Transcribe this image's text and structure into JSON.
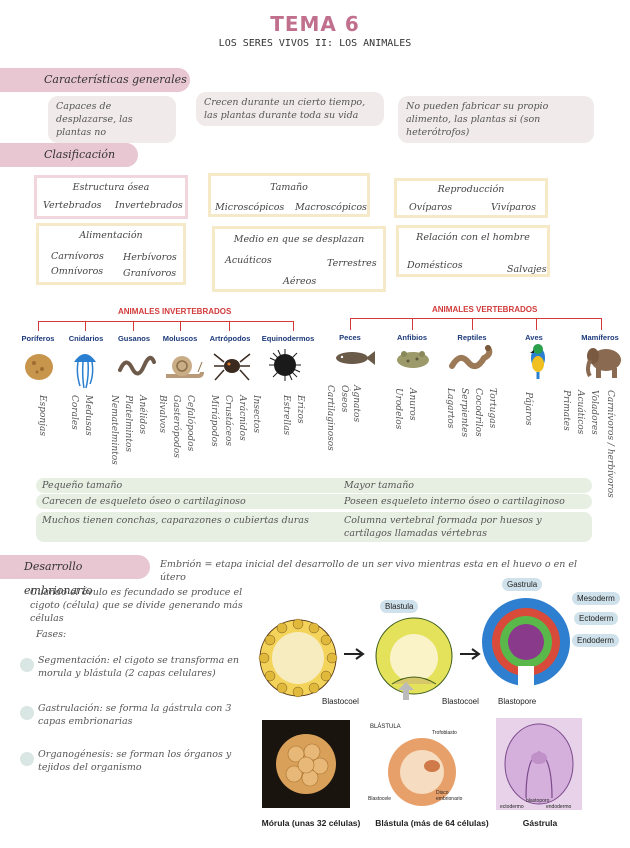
{
  "header": {
    "title": "TEMA 6",
    "subtitle": "LOS SERES VIVOS II: LOS ANIMALES"
  },
  "general": {
    "label": "Características generales",
    "bubbles": [
      "Capaces de desplazarse, las plantas no",
      "Crecen durante un cierto tiempo, las plantas durante toda su vida",
      "No pueden fabricar su propio alimento, las plantas si (son heterótrofos)"
    ]
  },
  "classification": {
    "label": "Clasificación",
    "boxes": {
      "estructura": {
        "head": "Estructura ósea",
        "items": [
          "Vertebrados",
          "Invertebrados"
        ]
      },
      "tamano": {
        "head": "Tamaño",
        "items": [
          "Microscópicos",
          "Macroscópicos"
        ]
      },
      "reproduccion": {
        "head": "Reproducción",
        "items": [
          "Ovíparos",
          "Vivíparos"
        ]
      },
      "alimentacion": {
        "head": "Alimentación",
        "items": [
          "Carnívoros",
          "Herbívoros",
          "Omnívoros",
          "Granívoros"
        ]
      },
      "medio": {
        "head": "Medio en que se desplazan",
        "items": [
          "Acuáticos",
          "Terrestres",
          "Aéreos"
        ]
      },
      "relacion": {
        "head": "Relación con el hombre",
        "items": [
          "Domésticos",
          "Salvajes"
        ]
      }
    }
  },
  "invertebrates": {
    "title": "ANIMALES INVERTEBRADOS",
    "groups": [
      {
        "name": "Poríferos",
        "examples": [
          "Esponjas"
        ]
      },
      {
        "name": "Cnidarios",
        "examples": [
          "Medusas",
          "Corales"
        ]
      },
      {
        "name": "Gusanos",
        "examples": [
          "Anélidos",
          "Platelmintos",
          "Nematelmintos"
        ]
      },
      {
        "name": "Moluscos",
        "examples": [
          "Cefalópodos",
          "Gasterópodos",
          "Bivalvos"
        ]
      },
      {
        "name": "Artrópodos",
        "examples": [
          "Insectos",
          "Arácnidos",
          "Crustáceos",
          "Miriápodos"
        ]
      },
      {
        "name": "Equinodermos",
        "examples": [
          "Erizos",
          "Estrellas"
        ]
      }
    ]
  },
  "vertebrates": {
    "title": "ANIMALES VERTEBRADOS",
    "groups": [
      {
        "name": "Peces",
        "examples": [
          "Agnatos",
          "Óseos",
          "Cartilaginosos"
        ]
      },
      {
        "name": "Anfibios",
        "examples": [
          "Anuros",
          "Urodelos"
        ]
      },
      {
        "name": "Reptiles",
        "examples": [
          "Tortugas",
          "Cocodrilos",
          "Serpientes",
          "Lagartos"
        ]
      },
      {
        "name": "Aves",
        "examples": [
          "Pájaros"
        ]
      },
      {
        "name": "Mamíferos",
        "examples": [
          "Carnívoros / herbívoros",
          "Voladores",
          "Acuáticos",
          "Primates"
        ]
      }
    ]
  },
  "comparison": {
    "left": [
      "Pequeño tamaño",
      "Carecen de esqueleto óseo o cartilaginoso",
      "Muchos tienen conchas, caparazones o cubiertas duras"
    ],
    "right": [
      "Mayor tamaño",
      "Poseen esqueleto interno óseo o cartilaginoso",
      "Columna vertebral formada por huesos y cartílagos llamadas vértebras"
    ]
  },
  "development": {
    "label": "Desarrollo embrionario",
    "definition": "Embrión = etapa inicial del desarrollo de un ser vivo mientras esta en el huevo o en el útero",
    "intro": "Cuando el óvulo es fecundado se produce el cigoto (célula) que se divide generando más células",
    "phases_label": "Fases:",
    "phases": [
      "Segmentación: el cigoto se transforma en morula y blástula (2 capas celulares)",
      "Gastrulación: se forma la gástrula con 3 capas embrionarias",
      "Organogénesis: se forman los órganos y tejidos del organismo"
    ]
  },
  "diagram": {
    "blastula_title": "Blastula",
    "gastrula_title": "Gastrula",
    "blastocoel": "Blastocoel",
    "blastocoel2": "Blastocoel",
    "blastopore": "Blastopore",
    "mesoderm": "Mesoderm",
    "ectoderm": "Ectoderm",
    "endoderm": "Endoderm",
    "photo_blastula_title": "BLÁSTULA",
    "photo_trofoblasto": "Trofoblasto",
    "photo_blastocele": "Blastocele",
    "photo_disco": "Disco embrionario",
    "photo_blastoporo": "blastoporo",
    "photo_ectodermo": "ectodermo",
    "photo_endodermo": "endodermo",
    "captions": [
      "Mórula (unas 32 células)",
      "Blástula (más de 64 células)",
      "Gástrula"
    ]
  },
  "colors": {
    "title": "#c06f8c",
    "pill": "#e8c6d2",
    "red": "#d23a3a",
    "navy": "#1d3a7a",
    "band": "#e7efe2"
  }
}
